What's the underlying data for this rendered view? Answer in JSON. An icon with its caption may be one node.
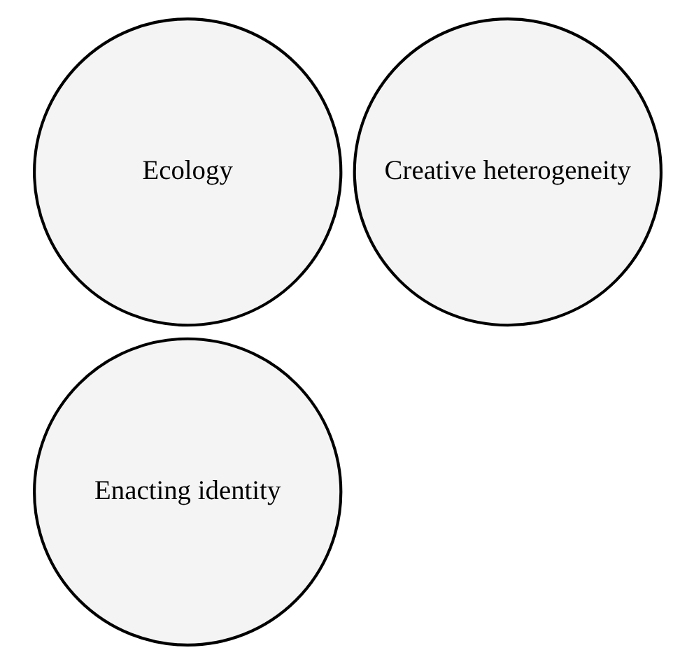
{
  "diagram": {
    "nodes": [
      {
        "text": [
          "Ecology"
        ]
      },
      {
        "text": [
          "Creative heterogeneity"
        ]
      },
      {
        "text": [
          "Enacting identity"
        ]
      }
    ]
  }
}
